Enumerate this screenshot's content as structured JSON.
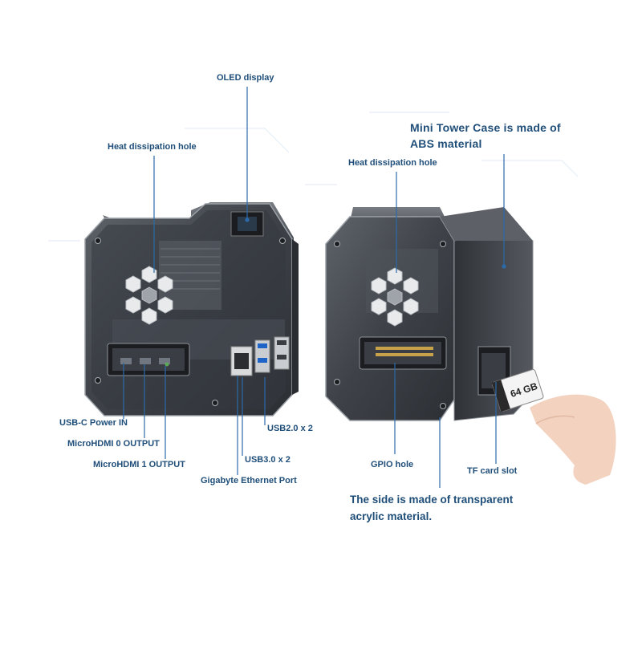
{
  "labels": {
    "oled_display": "OLED display",
    "heat_hole_left": "Heat dissipation hole",
    "heat_hole_right": "Heat dissipation hole",
    "mini_tower_line1": "Mini Tower Case is made of",
    "mini_tower_line2": "ABS material",
    "usb_c_power": "USB-C Power IN",
    "microhdmi0": "MicroHDMI 0 OUTPUT",
    "microhdmi1": "MicroHDMI 1 OUTPUT",
    "usb2": "USB2.0 x 2",
    "usb3": "USB3.0 x 2",
    "gigabit_port": "Gigabyte Ethernet Port",
    "gpio_hole": "GPIO hole",
    "tf_card_slot": "TF card slot",
    "side_material_line1": "The side is made of transparent",
    "side_material_line2": "acrylic material."
  },
  "sd_card_text": "64 GB",
  "colors": {
    "label_text": "#1f4e79",
    "leader_line": "#2b6aa8",
    "case_body": "#3f4348",
    "case_edge": "#8c9196",
    "usb3_blue": "#1e63c8"
  }
}
